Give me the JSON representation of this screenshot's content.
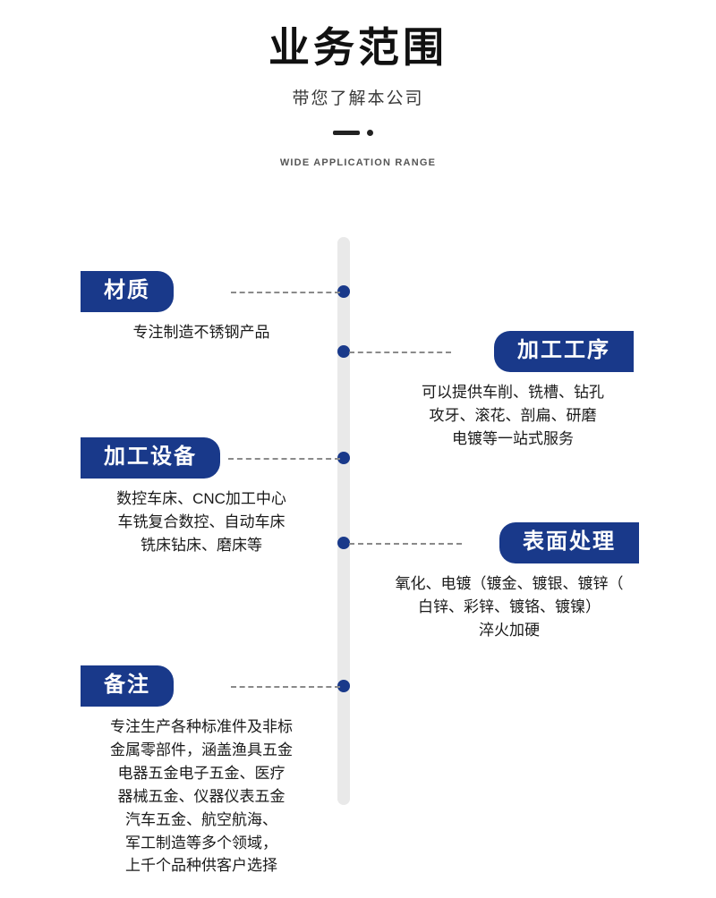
{
  "header": {
    "title": "业务范围",
    "subtitle": "带您了解本公司",
    "english": "WIDE APPLICATION RANGE"
  },
  "theme": {
    "accent": "#19398a",
    "track": "#e9e9e9",
    "dash": "#8a8a8a",
    "text": "#1a1a1a"
  },
  "items": [
    {
      "label": "材质",
      "side": "left",
      "desc": "专注制造不锈钢产品"
    },
    {
      "label": "加工工序",
      "side": "right",
      "desc": "可以提供车削、铣槽、钻孔\n攻牙、滚花、剖扁、研磨\n电镀等一站式服务"
    },
    {
      "label": "加工设备",
      "side": "left",
      "desc": "数控车床、CNC加工中心\n车铣复合数控、自动车床\n铣床钻床、磨床等"
    },
    {
      "label": "表面处理",
      "side": "right",
      "desc": "氧化、电镀（镀金、镀银、镀锌（\n白锌、彩锌、镀铬、镀镍）\n淬火加硬"
    },
    {
      "label": "备注",
      "side": "left",
      "desc": "专注生产各种标准件及非标\n金属零部件，涵盖渔具五金\n电器五金电子五金、医疗\n器械五金、仪器仪表五金\n汽车五金、航空航海、\n军工制造等多个领域，\n上千个品种供客户选择"
    }
  ]
}
